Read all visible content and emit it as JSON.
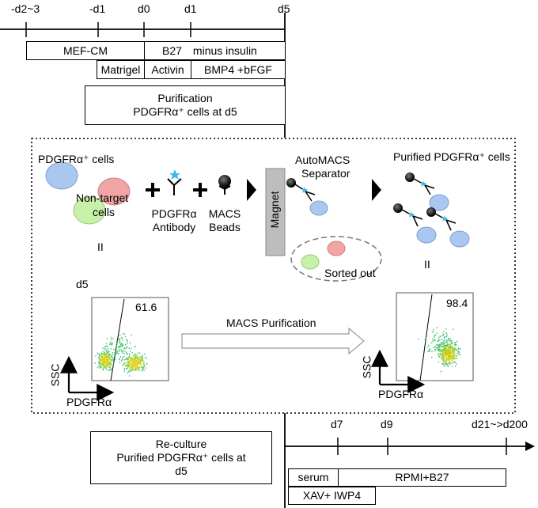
{
  "timeline_top": {
    "days": [
      "-d2~3",
      "-d1",
      "d0",
      "d1",
      "d5"
    ],
    "conditions": {
      "mef_cm": "MEF-CM",
      "b27": "B27",
      "minus_insulin": "minus insulin",
      "matrigel": "Matrigel",
      "activin": "Activin",
      "bmp4": "BMP4 +bFGF"
    },
    "purification": {
      "line1": "Purification",
      "line2": "PDGFRα⁺ cells at d5"
    }
  },
  "schematic": {
    "pdgfra_cells": "PDGFRα⁺ cells",
    "non_target_1": "Non-target",
    "non_target_2": "cells",
    "antibody_1": "PDGFRα",
    "antibody_2": "Antibody",
    "beads_1": "MACS",
    "beads_2": "Beads",
    "magnet": "Magnet",
    "automacs_1": "AutoMACS",
    "automacs_2": "Separator",
    "purified": "Purified PDGFRα⁺ cells",
    "sorted_out": "Sorted out",
    "equal_left": "II",
    "equal_right": "II"
  },
  "facs": {
    "day": "d5",
    "before_value": "61.6",
    "after_value": "98.4",
    "arrow_label": "MACS Purification",
    "y_axis": "SSC",
    "x_axis": "PDGFRα"
  },
  "reculture": {
    "line1": "Re-culture",
    "line2": "Purified PDGFRα⁺ cells at",
    "line3": "d5"
  },
  "timeline_bottom": {
    "days": [
      "d7",
      "d9",
      "d21~>d200"
    ],
    "serum": "serum",
    "rpmi": "RPMI+B27",
    "xav": "XAV+ IWP4"
  },
  "colors": {
    "blue_cell": "#a9c7ef",
    "pink_cell": "#f2a5a5",
    "green_cell": "#c7f0a8",
    "star": "#3fb8f0",
    "magnet": "#bdbdbd"
  }
}
